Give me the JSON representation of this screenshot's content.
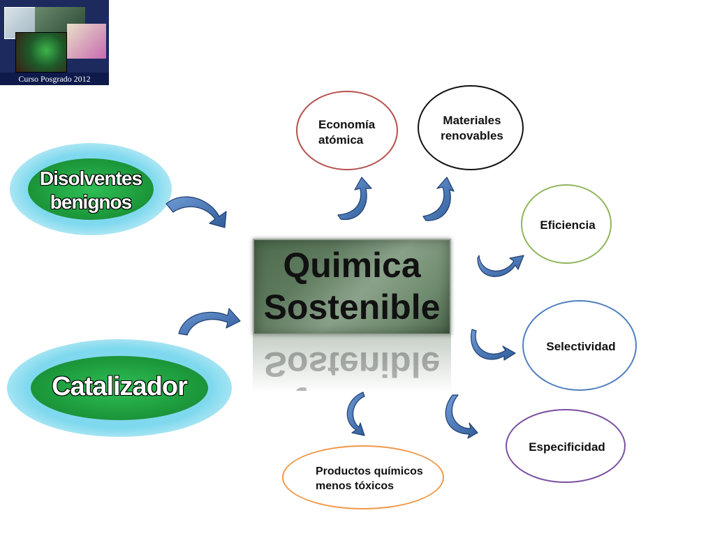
{
  "logo": {
    "caption": "Curso Posgrado 2012"
  },
  "center": {
    "line1": "Quimica",
    "line2": "Sostenible"
  },
  "bubbles": {
    "disolventes": {
      "line1": "Disolventes",
      "line2": "benignos"
    },
    "catalizador": {
      "label": "Catalizador"
    }
  },
  "nodes": {
    "economia": {
      "line1": "Economía",
      "line2": "atómica",
      "color": "#b5504c"
    },
    "materiales": {
      "line1": "Materiales",
      "line2": "renovables",
      "color": "#111111"
    },
    "eficiencia": {
      "label": "Eficiencia",
      "color": "#8fb55a"
    },
    "selectividad": {
      "label": "Selectividad",
      "color": "#4f7fbf"
    },
    "especificidad": {
      "label": "Especificidad",
      "color": "#7a4fa0"
    },
    "productos": {
      "line1": "Productos químicos",
      "line2": "menos tóxicos",
      "color": "#f0974a"
    }
  },
  "colors": {
    "arrow": "#4a78b8",
    "arrow_dark": "#1f3d6e",
    "glow": "#7fd9ee",
    "green": "#1d9a3c"
  }
}
